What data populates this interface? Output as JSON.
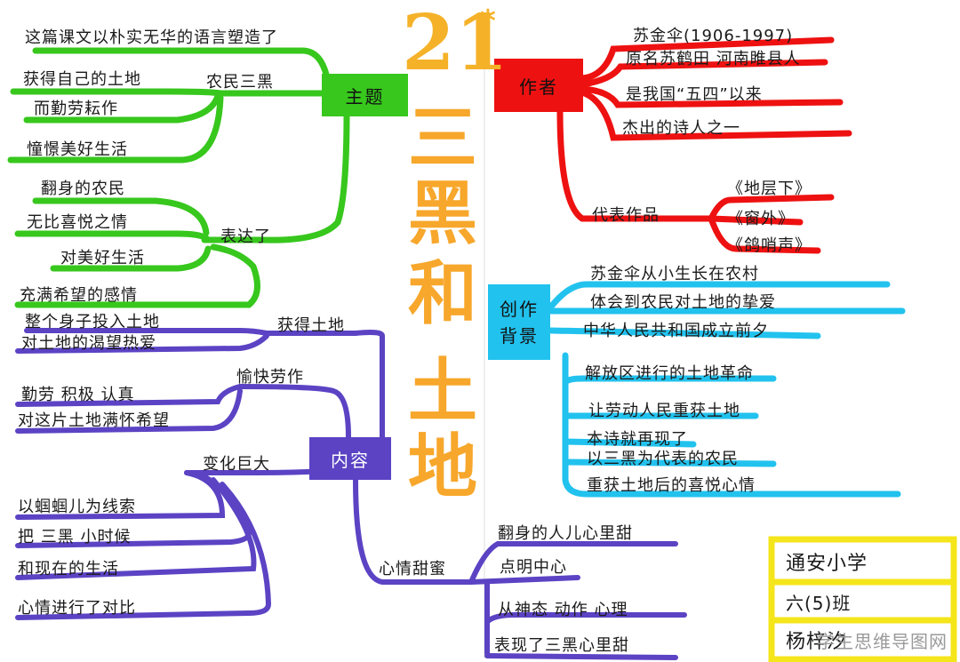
{
  "title": {
    "number": "21",
    "star": "*",
    "chars": [
      "三",
      "黑",
      "和",
      "土",
      "地"
    ]
  },
  "colors": {
    "green": "#37c71d",
    "red": "#ee1111",
    "cyan": "#22c2ee",
    "purple": "#5b43c4",
    "yellow": "#f5e51b",
    "orange": "#f7a72b"
  },
  "theme": {
    "label": "主题",
    "line1": "这篇课文以朴实无华的语言塑造了",
    "sub_peasants": "农民三黑",
    "peasant_items": [
      "获得自己的土地",
      "而勤劳耘作",
      "憧憬美好生活"
    ],
    "sub_express": "表达了",
    "express_items": [
      "翻身的农民",
      "无比喜悦之情",
      "对美好生活",
      "充满希望的感情"
    ]
  },
  "author": {
    "label": "作者",
    "lines": [
      "苏金伞(1906-1997)",
      "原名苏鹤田 河南睢县人",
      "是我国“五四”以来",
      "杰出的诗人之一"
    ],
    "works_label": "代表作品",
    "works": [
      "《地层下》",
      "《窗外》",
      "《鸽哨声》"
    ]
  },
  "background": {
    "label_line1": "创作",
    "label_line2": "背景",
    "items": [
      "苏金伞从小生长在农村",
      "体会到农民对土地的挚爱",
      "中华人民共和国成立前夕",
      "解放区进行的土地革命",
      "让劳动人民重获土地",
      "本诗就再现了",
      "以三黑为代表的农民",
      "重获土地后的喜悦心情"
    ]
  },
  "content": {
    "label": "内容",
    "sub_get_land": "获得土地",
    "get_land_items": [
      "整个身子投入土地",
      "对土地的渴望热爱"
    ],
    "sub_happy_work": "愉快劳作",
    "happy_work_items": [
      "勤劳 积极 认真",
      "对这片土地满怀希望"
    ],
    "sub_change": "变化巨大",
    "change_items": [
      "以蝈蝈儿为线索",
      "把 三黑 小时候",
      "和现在的生活",
      "心情进行了对比"
    ],
    "sub_mood": "心情甜蜜",
    "mood_items": [
      "翻身的人儿心里甜",
      "点明中心",
      "从神态 动作 心理",
      "表现了三黑心里甜"
    ]
  },
  "info": {
    "school": "通安小学",
    "class_name": "六(5)班",
    "student": "杨梓汐"
  },
  "watermark": "学生思维导图网"
}
